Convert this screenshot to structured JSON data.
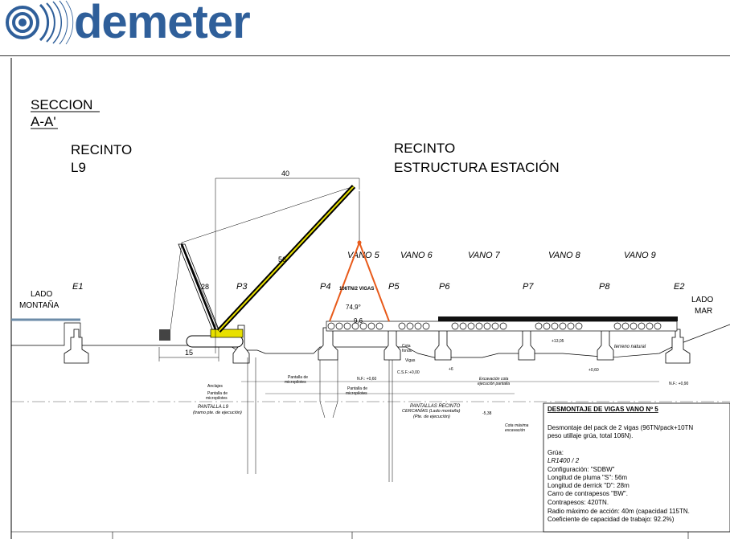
{
  "header": {
    "logo_text": "demeter",
    "brand_color": "#2f5f9a"
  },
  "section": {
    "title_line1": "SECCION",
    "title_line2": "A-A'"
  },
  "enclosures": {
    "left_line1": "RECINTO",
    "left_line2": "L9",
    "right_line1": "RECINTO",
    "right_line2": "ESTRUCTURA ESTACIÓN"
  },
  "sides": {
    "left_line1": "LADO",
    "left_line2": "MONTAÑA",
    "right_line1": "LADO",
    "right_line2": "MAR"
  },
  "supports": [
    "E1",
    "P3",
    "P4",
    "P5",
    "P6",
    "P7",
    "P8",
    "E2"
  ],
  "spans": [
    "VANO 5",
    "VANO 6",
    "VANO 7",
    "VANO 8",
    "VANO 9"
  ],
  "crane": {
    "radius": "40",
    "boom_length": "56",
    "derrick_length": "28",
    "track_width": "15",
    "load_label": "106TN/2 VIGAS",
    "angle": "74,9°",
    "dim_small": "9,6",
    "boom_color": "#e8e000",
    "load_line_color": "#e85a1a"
  },
  "annotations": {
    "anclajes": "Anclajes",
    "pantalla_micro_1": "Pantalla de",
    "pantalla_micro_2": "micropilotes",
    "pantalla_l9_1": "PANTALLA L9",
    "pantalla_l9_2": "(tramo pte. de ejecución)",
    "pantalla_micro_b1": "Pantalla de",
    "pantalla_micro_b2": "micropilotes",
    "pantalla_micro_c1": "Pantalla de",
    "pantalla_micro_c2": "micropilotes",
    "nf_1": "N.F.: +0,60",
    "cota_1": "Cota",
    "cota_2": "fondo",
    "vigas": "Vigas",
    "csf": "C.S.F.:+0,00",
    "plus6": "+6",
    "exc_1": "Excavación cota",
    "exc_2": "ejecución pantalla",
    "plus060": "+0,60",
    "plus1305": "+13,05",
    "terreno": "terreno natural",
    "nf_2": "N.F.: +0,90",
    "recinto_1": "PANTALLAS RECINTO",
    "recinto_2": "CERCANÍAS (Lado montaña)",
    "recinto_3": "(Pte. de ejecución)",
    "minus538": "-5,38",
    "cota_max_1": "Cota máxima",
    "cota_max_2": "excavación"
  },
  "info_box": {
    "title": "DESMONTAJE DE VIGAS VANO Nº 5",
    "line1": "Desmontaje del pack de 2 vigas (96TN/pack+10TN",
    "line2": "peso utillaje grúa, total 106N).",
    "crane_label": "Grúa:",
    "crane_model": "LR1400 / 2",
    "spec1": "Configuración: \"SDBW\"",
    "spec2": "Longitud de pluma \"S\": 56m",
    "spec3": "Longitud de derrick \"D\": 28m",
    "spec4": "Carro de contrapesos \"BW\".",
    "spec5": "Contrapesos: 420TN.",
    "spec6": "Radio máximo de acción: 40m (capacidad 115TN.",
    "spec7": "Coeficiente de capacidad de trabajo: 92.2%)"
  }
}
